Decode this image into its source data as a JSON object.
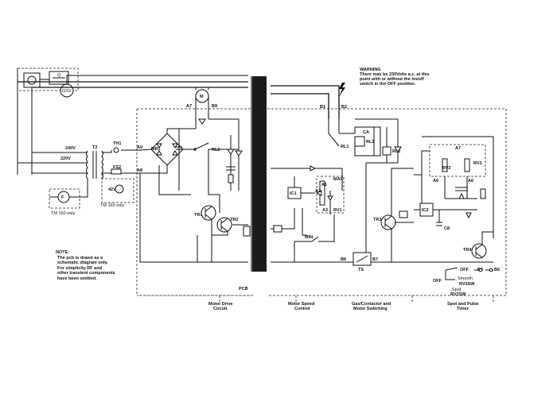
{
  "warning": {
    "title": "WARNING",
    "line1": "There may be 230Volts a.c. at this",
    "line2": "point with or without the on/off",
    "line3": "switch in the OFF position."
  },
  "note": {
    "title": "NOTE:",
    "lines": [
      "The pcb is drawn as a",
      "schematic diagram only.",
      "For simplicity RF and",
      "other transient components",
      "have been omitted."
    ]
  },
  "sections": {
    "motor_drive_1": "Motor Drive",
    "motor_drive_2": "Circuit",
    "motor_speed_1": "Motor Speed",
    "motor_speed_2": "Control",
    "gas_1": "Gas/Contactor and",
    "gas_2": "Motor Switching",
    "spot_1": "Spot and Pulse",
    "spot_2": "Timer"
  },
  "labels": {
    "pcb": "PCB",
    "q": "Q",
    "gsv": "GSV",
    "v240": "240V",
    "v220": "220V",
    "t2": "T2",
    "th1": "TH1",
    "fs2": "FS2",
    "v42": "42V",
    "tm160a": "TM 160 only",
    "tm160b": "TM 160 only",
    "f": "F",
    "m": "M",
    "a7": "A7",
    "b9": "B9",
    "a9": "A9",
    "a8": "A8",
    "mr1": "MR1",
    "rl2a": "RL2",
    "tr1": "TR1",
    "tr2": "TR2",
    "ic1": "IC1",
    "a1": "A1",
    "a2": "A2",
    "a3": "A3",
    "max": "MAX",
    "rv1": "RV1",
    "min": "MIN.",
    "b1": "B1",
    "b2": "B2",
    "ca": "CA",
    "rl1a": "RL1",
    "rl1b": "RL1",
    "rl2b": "RL2",
    "tr3": "TR3",
    "ic2": "IC2",
    "a7b": "A7",
    "rv2": "RV2",
    "rv3": "RV3",
    "a6a": "A6",
    "a6b": "A6",
    "c8": "C8",
    "tr4": "TR4",
    "b6": "B6",
    "b7": "B7",
    "ts": "TS",
    "b5": "B5",
    "b6b": "B6",
    "off1": "OFF",
    "off2": "OFF",
    "smooth": "Smooth",
    "rv3sw": "RV3SW",
    "spot": "Spot",
    "rv2sw": "RV2SW"
  }
}
